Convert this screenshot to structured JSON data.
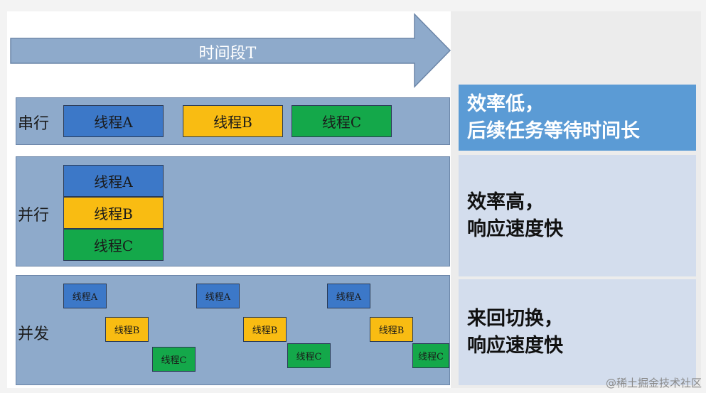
{
  "arrow": {
    "label": "时间段T"
  },
  "rows": {
    "serial": {
      "label": "串行",
      "threads": [
        "线程A",
        "线程B",
        "线程C"
      ]
    },
    "parallel": {
      "label": "并行",
      "threads": [
        "线程A",
        "线程B",
        "线程C"
      ]
    },
    "concurrent": {
      "label": "并发",
      "threads": [
        "线程A",
        "线程A",
        "线程A",
        "线程B",
        "线程B",
        "线程B",
        "线程C",
        "线程C",
        "线程C"
      ]
    }
  },
  "panels": {
    "serial": {
      "line1": "效率低，",
      "line2": "后续任务等待时间长"
    },
    "parallel": {
      "line1": "效率高，",
      "line2": "响应速度快"
    },
    "concurrent": {
      "line1": "来回切换，",
      "line2": "响应速度快"
    }
  },
  "watermark": "@稀土掘金技术社区",
  "colors": {
    "thread_a": "#3c78c8",
    "thread_b": "#f9bc12",
    "thread_c": "#14a84a",
    "band": "#8eaacb",
    "arrow": "#8eaacb",
    "panel_highlight": "#5b9bd5",
    "panel": "#d3dded"
  }
}
